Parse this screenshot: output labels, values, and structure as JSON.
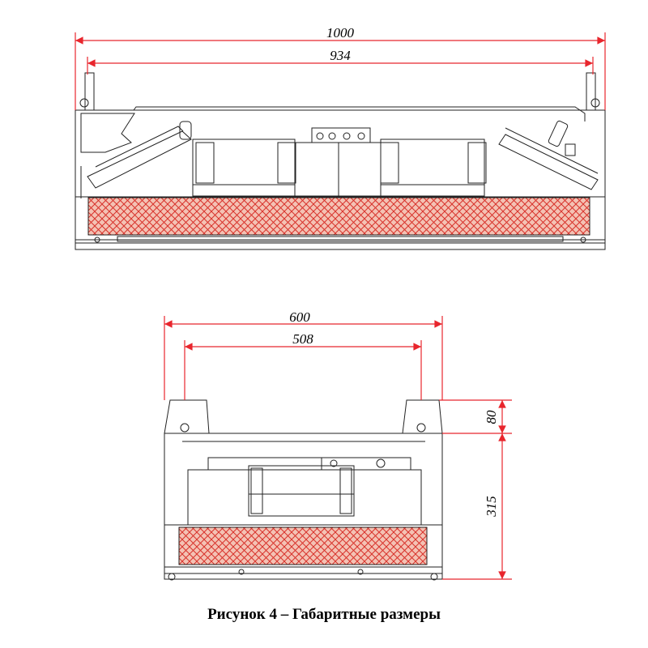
{
  "colors": {
    "dimension": "#e8262d",
    "filter_fill": "#f4c2b4",
    "filter_hatch": "#d8322b",
    "outline": "#222222"
  },
  "top_view": {
    "overall_width": "1000",
    "inner_width": "934"
  },
  "front_view": {
    "overall_width": "600",
    "inner_width": "508",
    "mount_height": "80",
    "body_height": "315"
  },
  "caption": "Рисунок 4 – Габаритные размеры"
}
